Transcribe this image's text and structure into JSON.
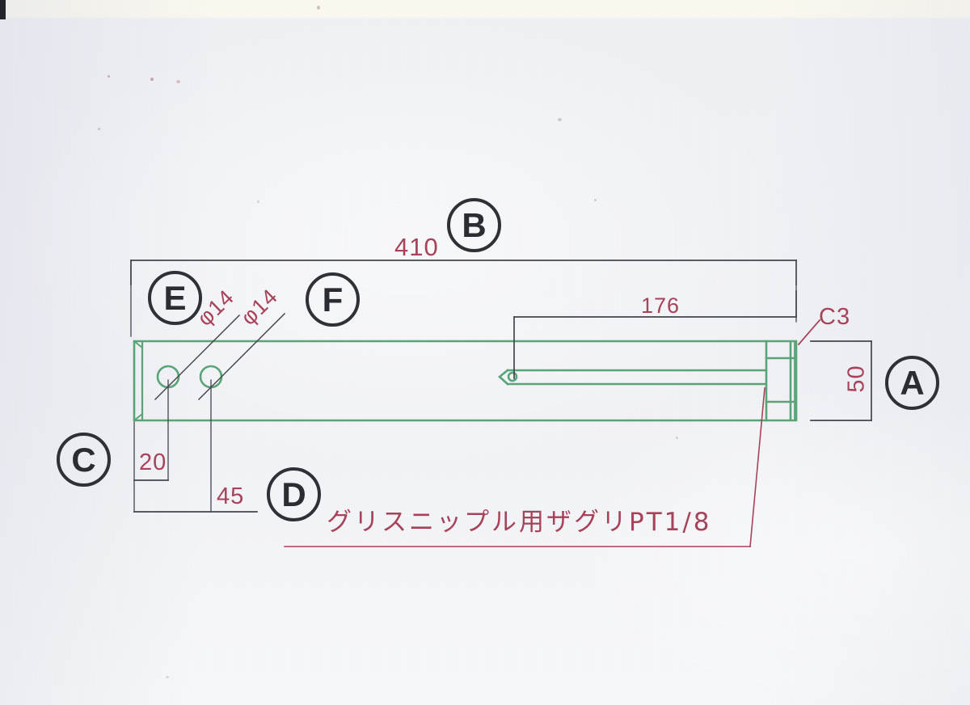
{
  "document": {
    "kind": "scanned-technical-drawing",
    "title_note": "グリスニップル用ザグリPT1/8"
  },
  "colors": {
    "ink_green": "#5aa578",
    "ink_red": "#a8435a",
    "ink_black": "#3a3c42",
    "paper": "#eff1f5",
    "paper_edge": "#fbf8ef"
  },
  "balloons": [
    {
      "label": "A",
      "name": "balloon-a"
    },
    {
      "label": "B",
      "name": "balloon-b"
    },
    {
      "label": "C",
      "name": "balloon-c"
    },
    {
      "label": "D",
      "name": "balloon-d"
    },
    {
      "label": "E",
      "name": "balloon-e"
    },
    {
      "label": "F",
      "name": "balloon-f"
    }
  ],
  "dimensions": {
    "overall_length": "410",
    "width": "50",
    "grease_hole_distance": "176",
    "chamfer": "C3",
    "hole_dia_1": "φ14",
    "hole_dia_2": "φ14",
    "hole_pos_1": "20",
    "hole_pos_2": "45"
  },
  "notes": {
    "grease_nipple": "グリスニップル用ザグリPT1/8"
  }
}
